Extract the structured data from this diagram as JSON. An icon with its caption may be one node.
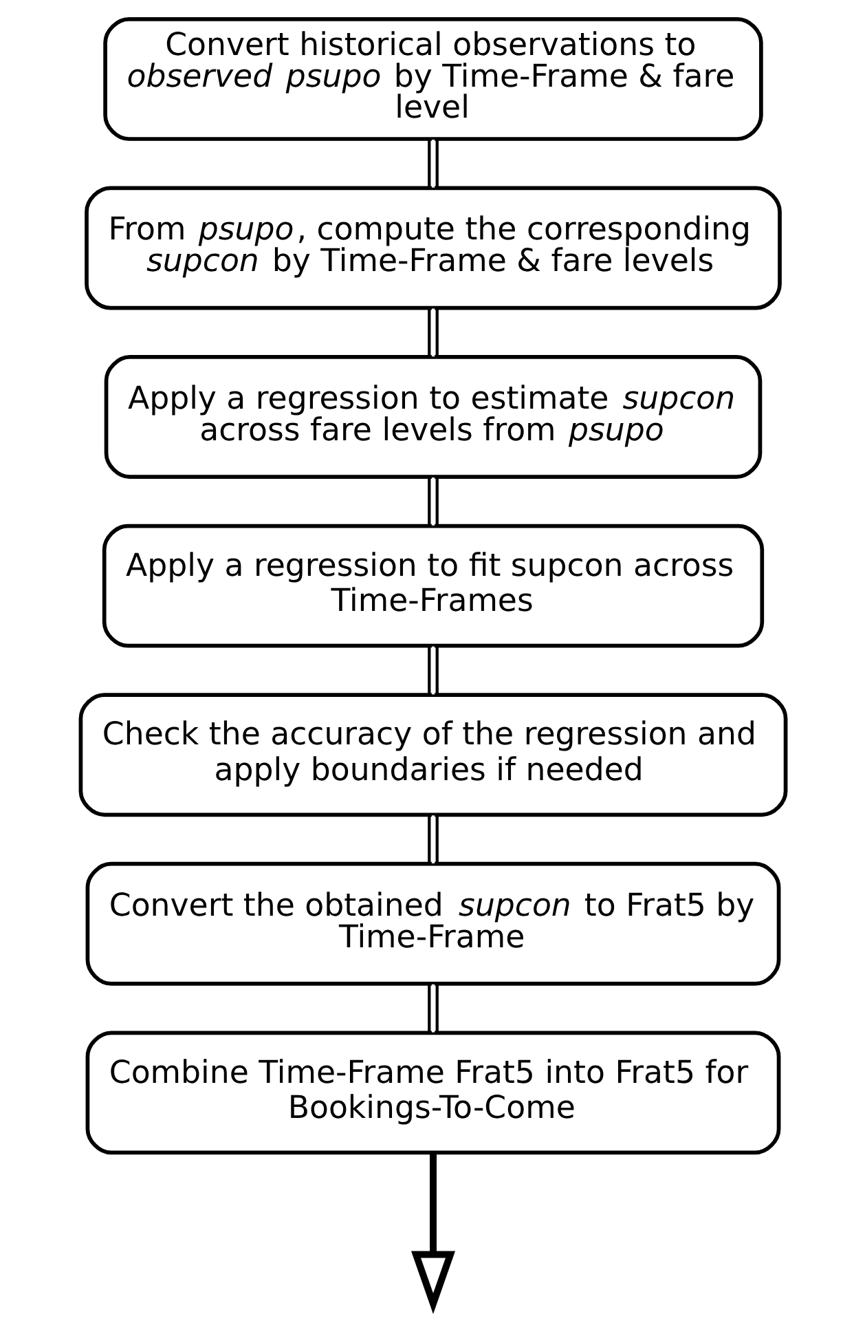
{
  "diagram": {
    "nodes": [
      {
        "text": [
          "Convert historical observations to *observed psupo* by Time-Frame & fare level"
        ]
      },
      {
        "text": [
          "From *psupo*, compute the corresponding *supcon* by Time-Frame & fare levels"
        ]
      },
      {
        "text": [
          "Apply a regression to estimate *supcon* across fare levels from *psupo*"
        ]
      },
      {
        "text": [
          "Apply a regression to fit supcon across Time-Frames"
        ]
      },
      {
        "text": [
          "Check the accuracy of the regression and apply boundaries if needed"
        ]
      },
      {
        "text": [
          "Convert the obtained *supcon* to Frat5 by Time-Frame"
        ]
      },
      {
        "text": [
          "Combine Time-Frame Frat5 into Frat5 for Bookings-To-Come"
        ]
      }
    ],
    "edges": [
      {
        "from": 0,
        "to": 1,
        "arrow": "none"
      },
      {
        "from": 1,
        "to": 2,
        "arrow": "none"
      },
      {
        "from": 2,
        "to": 3,
        "arrow": "none"
      },
      {
        "from": 3,
        "to": 4,
        "arrow": "none"
      },
      {
        "from": 4,
        "to": 5,
        "arrow": "none"
      },
      {
        "from": 5,
        "to": 6,
        "arrow": "none"
      },
      {
        "from": 6,
        "to": null,
        "arrow": "to",
        "style": "thick"
      }
    ]
  }
}
